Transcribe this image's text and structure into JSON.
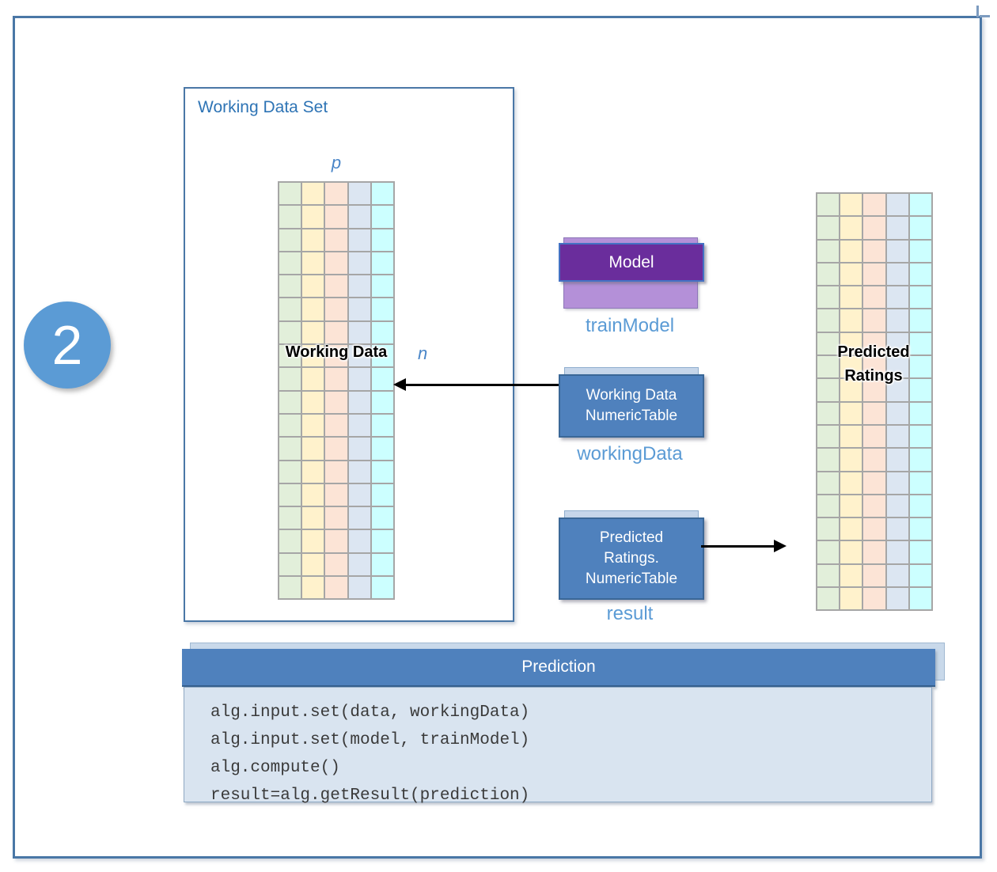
{
  "step": {
    "number": "2"
  },
  "colors": {
    "frame_border": "#4a77a6",
    "step_circle_fill": "#5b9bd5",
    "steel_blue_box": "#4f81bd",
    "model_front_fill": "#6a2d9c",
    "model_back_fill": "#b490d8",
    "code_area_fill": "#d9e4f0",
    "grid_line": "#a6a6a6"
  },
  "working_data_set": {
    "title": "Working Data Set",
    "p_label": "p",
    "n_label": "n",
    "overlay_label": "Working Data"
  },
  "grid_config": {
    "columns": 5,
    "rows": 18,
    "column_colors": [
      "#e2efda",
      "#fff2cc",
      "#fce4d6",
      "#dce6f2",
      "#ccffff"
    ]
  },
  "model": {
    "box_label": "Model",
    "var_label": "trainModel"
  },
  "working_data_table": {
    "lines": [
      "Working Data",
      "NumericTable"
    ],
    "var_label": "workingData"
  },
  "predicted_ratings_table": {
    "lines": [
      "Predicted",
      "Ratings.",
      "NumericTable"
    ],
    "var_label": "result"
  },
  "predicted_grid": {
    "overlay_line1": "Predicted",
    "overlay_line2": "Ratings"
  },
  "prediction_section": {
    "title": "Prediction",
    "code_lines": [
      "alg.input.set(data, workingData)",
      "alg.input.set(model, trainModel)",
      "alg.compute()",
      "result=alg.getResult(prediction)"
    ]
  }
}
